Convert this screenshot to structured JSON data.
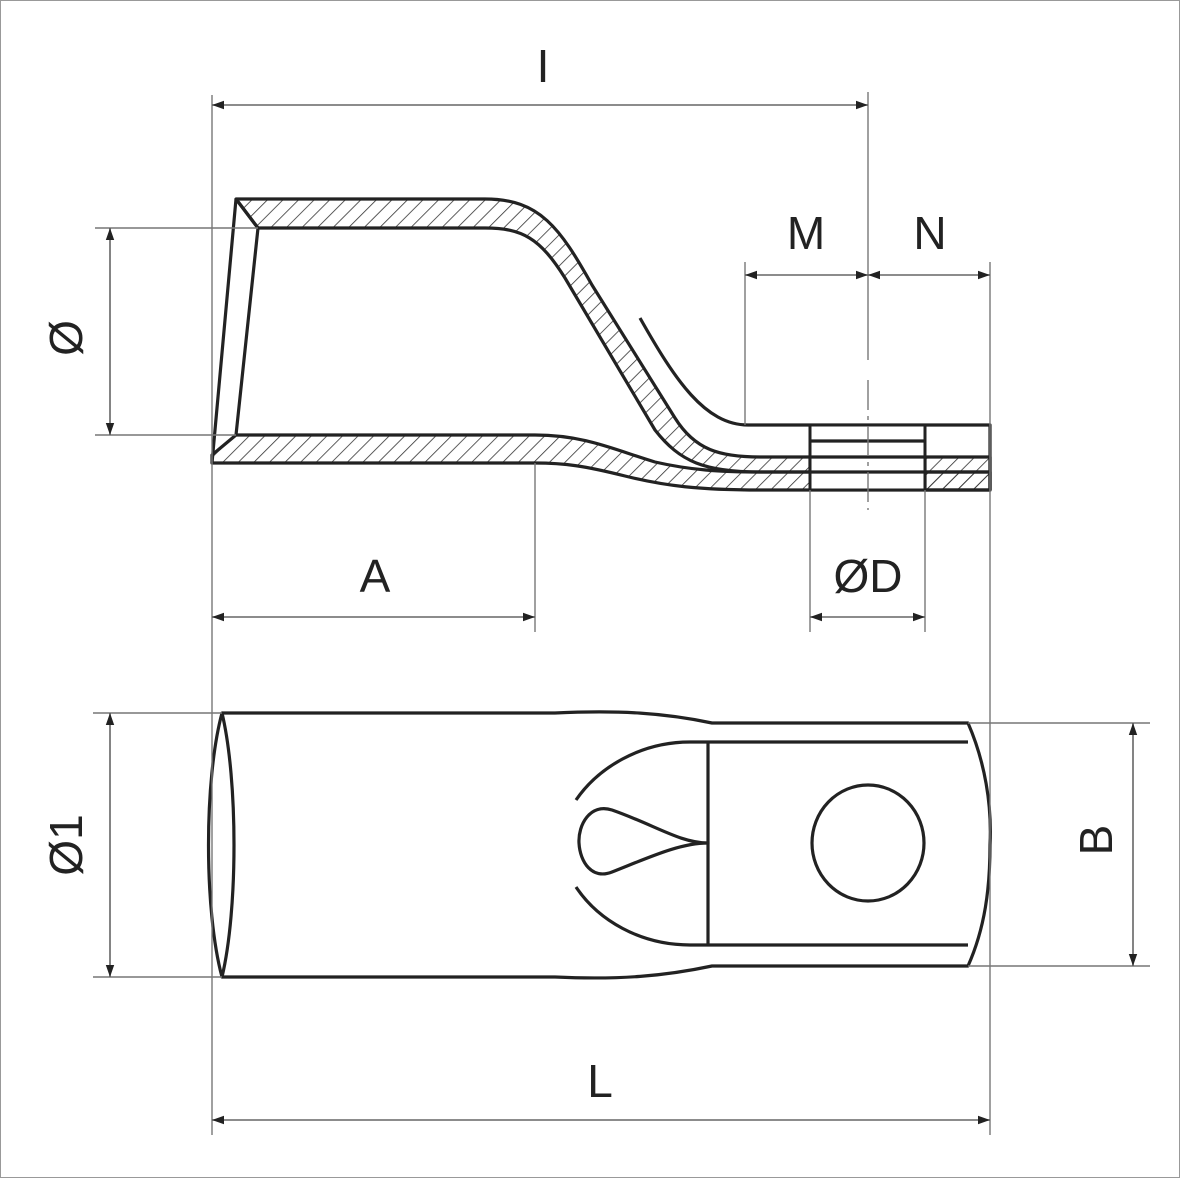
{
  "drawing": {
    "title": "Cable lug dimension drawing",
    "dimensions": {
      "I": "I",
      "M": "M",
      "N": "N",
      "diameter": "Ø",
      "A": "A",
      "D": "ØD",
      "diameter1": "Ø1",
      "B": "B",
      "L": "L"
    },
    "colors": {
      "line": "#222222",
      "dimension": "#666666",
      "background": "#ffffff"
    }
  }
}
